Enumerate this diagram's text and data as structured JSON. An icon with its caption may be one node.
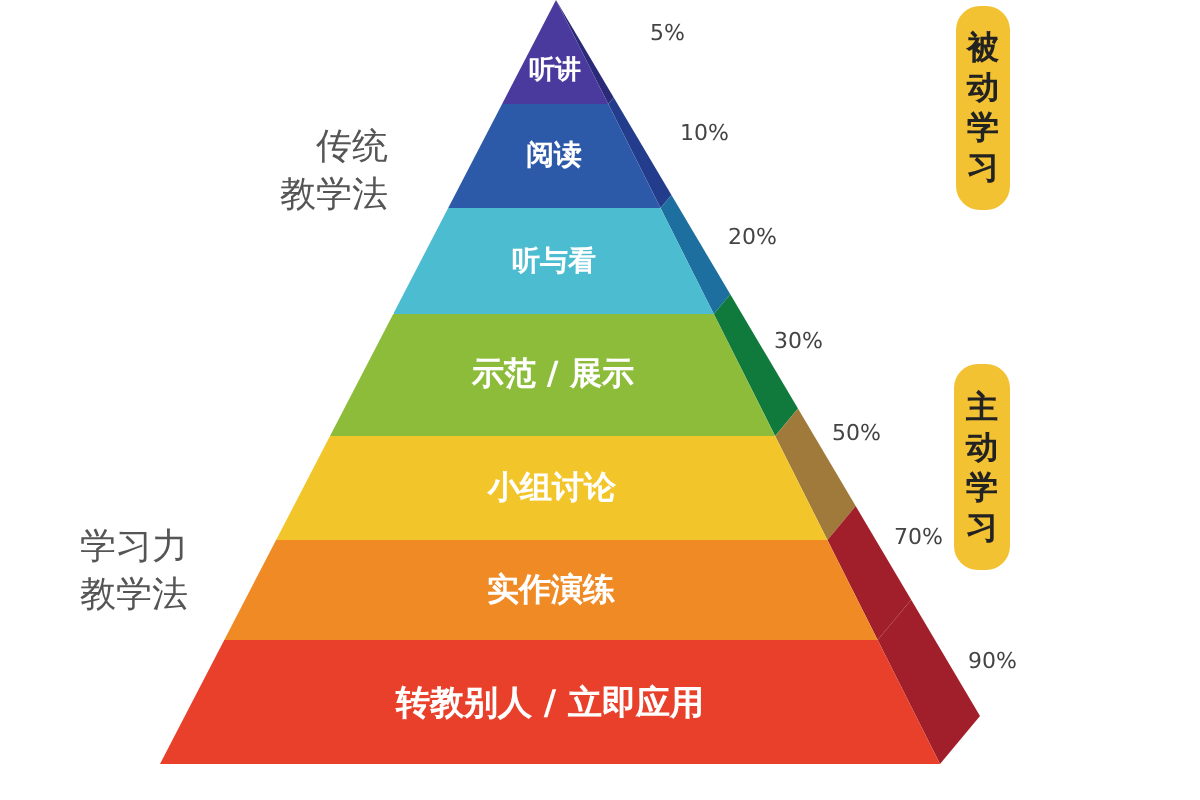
{
  "diagram": {
    "nodes": [
      {
        "text": [
          "听讲"
        ]
      },
      {
        "text": [
          "阅读"
        ]
      },
      {
        "text": [
          "听与看"
        ]
      },
      {
        "text": [
          "示范 / 展示"
        ]
      },
      {
        "text": [
          "小组讨论"
        ]
      },
      {
        "text": [
          "实作演练"
        ]
      },
      {
        "text": [
          "转教别人 / 立即应用"
        ]
      },
      {
        "text": [
          "被动学习"
        ]
      },
      {
        "text": [
          "主动学习"
        ]
      }
    ],
    "edges": [],
    "labels": [
      "5%",
      "10%",
      "传统教学法",
      "20%",
      "30%",
      "50%",
      "70%",
      "学习力教学法",
      "90%"
    ]
  }
}
